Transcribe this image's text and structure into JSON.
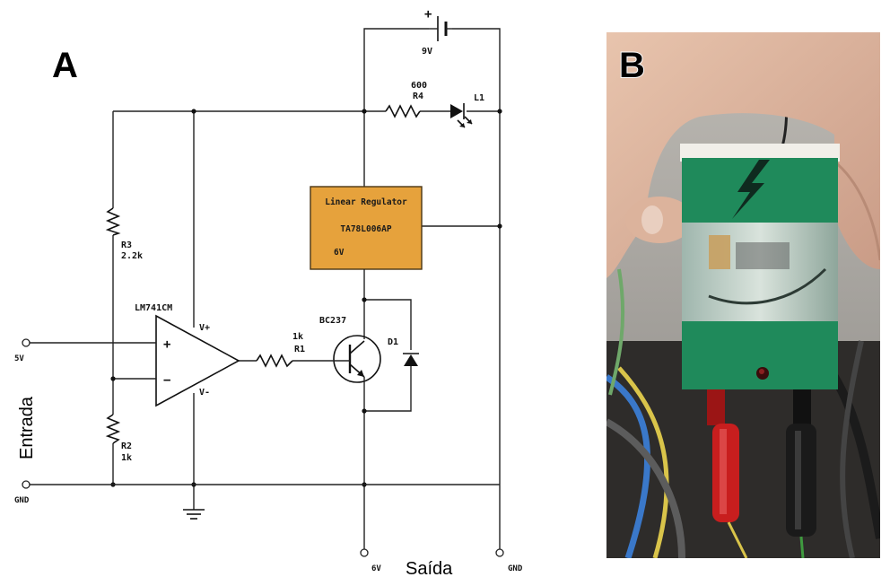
{
  "panel_a": {
    "letter": "A",
    "battery": {
      "voltage": "9V",
      "polarity": "+"
    },
    "resistor_r4": {
      "name": "R4",
      "value": "600"
    },
    "led": {
      "name": "L1"
    },
    "regulator": {
      "title": "Linear Regulator",
      "part": "TA78L006AP",
      "output": "6V",
      "color": "#e6a23c"
    },
    "resistor_r3": {
      "name": "R3",
      "value": "2.2k"
    },
    "resistor_r2": {
      "name": "R2",
      "value": "1k"
    },
    "resistor_r1": {
      "name": "R1",
      "value": "1k"
    },
    "opamp": {
      "name": "LM741CM",
      "plus": "+",
      "minus": "−",
      "vplus": "V+",
      "vminus": "V-"
    },
    "transistor": {
      "name": "BC237"
    },
    "diode": {
      "name": "D1"
    },
    "input": {
      "label": "Entrada",
      "pin_5v": "5V",
      "pin_gnd": "GND"
    },
    "output": {
      "label": "Saída",
      "pin_6v": "6V",
      "pin_gnd": "GND"
    }
  },
  "panel_b": {
    "letter": "B",
    "box_color": "#1f8a5b",
    "probe_red": "#c81e1e",
    "probe_black": "#1a1a1a"
  }
}
